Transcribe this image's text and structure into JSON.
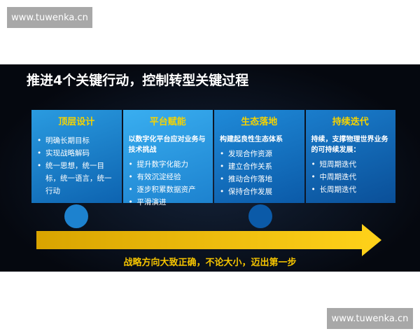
{
  "watermark": "www.tuwenka.cn",
  "slide": {
    "title": "推进4个关键行动，控制转型关键过程",
    "panels": [
      {
        "heading": "顶层设计",
        "intro": "",
        "items": [
          "明确长期目标",
          "实现战略解码",
          "统一思想，统一目标，统一语言，统一行动"
        ]
      },
      {
        "heading": "平台赋能",
        "intro": "以数字化平台应对业务与技术挑战",
        "items": [
          "提升数字化能力",
          "有效沉淀经验",
          "逐步积累数据资产",
          "平滑演进"
        ]
      },
      {
        "heading": "生态落地",
        "intro": "构建起良性生态体系",
        "items": [
          "发现合作资源",
          "建立合作关系",
          "推动合作落地",
          "保持合作发展"
        ]
      },
      {
        "heading": "持续迭代",
        "intro": "持续，支撑物理世界业务的可持续发展：",
        "items": [
          "短周期迭代",
          "中周期迭代",
          "长周期迭代"
        ]
      }
    ],
    "slogan": "战略方向大致正确，不论大小，迈出第一步",
    "colors": {
      "heading": "#f5d300",
      "arrow": "#f5c400",
      "panel": "#1d82cf"
    }
  }
}
